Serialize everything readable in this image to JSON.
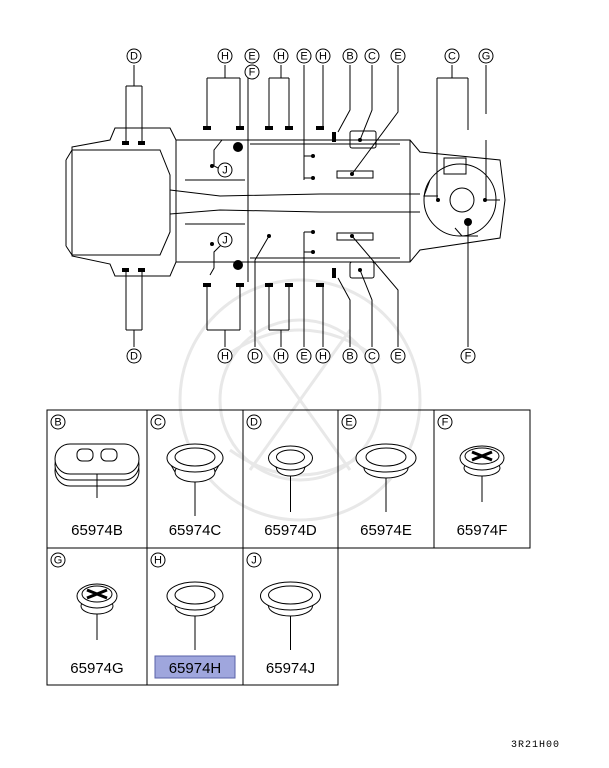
{
  "top_callouts": [
    "D",
    "H",
    "E",
    "H",
    "E",
    "H",
    "B",
    "C",
    "E",
    "C",
    "G"
  ],
  "callout_F_upper": "F",
  "callout_J_upper": "J",
  "callout_J_lower": "J",
  "bottom_callouts": [
    "D",
    "H",
    "D",
    "H",
    "E",
    "H",
    "B",
    "C",
    "E",
    "F"
  ],
  "parts": [
    {
      "letter": "B",
      "part_no": "65974B",
      "highlighted": false
    },
    {
      "letter": "C",
      "part_no": "65974C",
      "highlighted": false
    },
    {
      "letter": "D",
      "part_no": "65974D",
      "highlighted": false
    },
    {
      "letter": "E",
      "part_no": "65974E",
      "highlighted": false
    },
    {
      "letter": "F",
      "part_no": "65974F",
      "highlighted": false
    },
    {
      "letter": "G",
      "part_no": "65974G",
      "highlighted": false
    },
    {
      "letter": "H",
      "part_no": "65974H",
      "highlighted": true
    },
    {
      "letter": "J",
      "part_no": "65974J",
      "highlighted": false
    }
  ],
  "doc_code": "3R21H00",
  "colors": {
    "line": "#000000",
    "highlight": "#9fa6dd",
    "watermark": "#e6e6e6"
  }
}
